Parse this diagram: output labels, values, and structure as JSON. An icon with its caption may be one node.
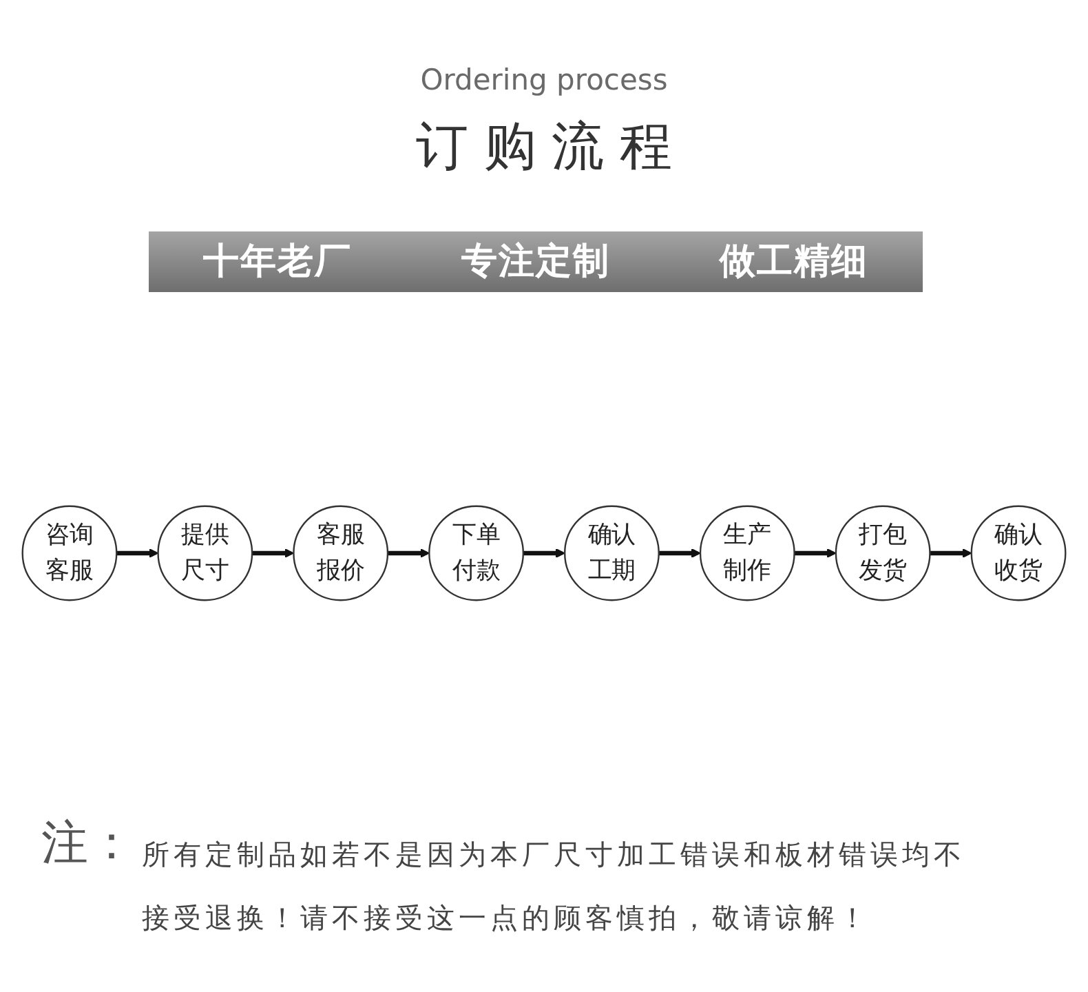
{
  "diagram": {
    "title": "订购流程",
    "nodes": [
      {
        "text": [
          "咨询客服"
        ]
      },
      {
        "text": [
          "提供尺寸"
        ]
      },
      {
        "text": [
          "客服报价"
        ]
      },
      {
        "text": [
          "下单付款"
        ]
      },
      {
        "text": [
          "确认工期"
        ]
      },
      {
        "text": [
          "生产制作"
        ]
      },
      {
        "text": [
          "打包发货"
        ]
      },
      {
        "text": [
          "确认收货"
        ]
      }
    ],
    "edges": [
      {
        "from": 0,
        "to": 1,
        "arrow": "to"
      },
      {
        "from": 1,
        "to": 2,
        "arrow": "to"
      },
      {
        "from": 2,
        "to": 3,
        "arrow": "to"
      },
      {
        "from": 3,
        "to": 4,
        "arrow": "to"
      },
      {
        "from": 4,
        "to": 5,
        "arrow": "to"
      },
      {
        "from": 5,
        "to": 6,
        "arrow": "to"
      },
      {
        "from": 6,
        "to": 7,
        "arrow": "to"
      }
    ],
    "labels": [
      "Ordering process",
      "十年老厂",
      "专注定制",
      "做工精细",
      "注：",
      "所有定制品如若不是因为本厂尺寸加工错误和板材错误均不接受退换！请不接受这一点的顾客慎拍，敬请谅解！"
    ]
  }
}
